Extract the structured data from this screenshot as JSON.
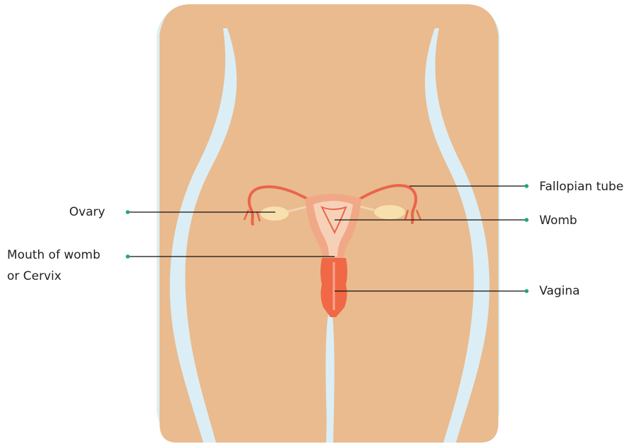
{
  "diagram": {
    "labels": {
      "ovary": "Ovary",
      "mouth_of_womb_line1": "Mouth of womb",
      "mouth_of_womb_line2": "or Cervix",
      "fallopian_tube": "Fallopian tube",
      "womb": "Womb",
      "vagina": "Vagina"
    },
    "colors": {
      "skin": "#E9BB8F",
      "background_panel": "#DCEEF5",
      "organ_outer": "#F1A887",
      "organ_inner": "#F6D1B8",
      "tube": "#E9664A",
      "ovary": "#F8E0AE",
      "vagina": "#F06845",
      "leader_line": "#111111",
      "leader_dot": "#1DA77B"
    }
  }
}
